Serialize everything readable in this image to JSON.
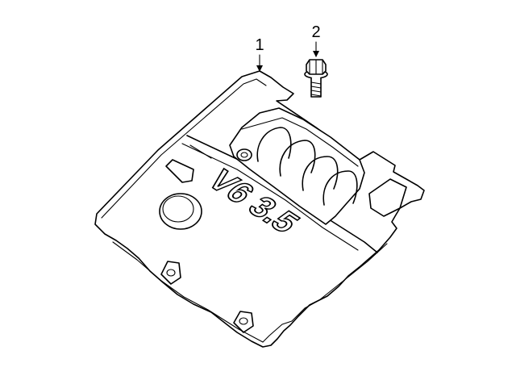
{
  "callouts": [
    {
      "label": "1"
    },
    {
      "label": "2"
    }
  ],
  "cover_marking": "V6 3.5"
}
